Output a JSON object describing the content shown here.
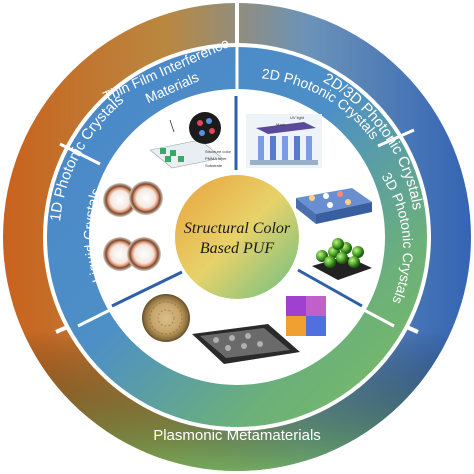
{
  "center": {
    "line1": "Structural Color",
    "line2": "Based PUF"
  },
  "outer_ring": {
    "left": "1D Photonic Crystals",
    "right": "2D/3D Photonic Crystals",
    "bottom": "Plasmonic Metamaterials"
  },
  "inner_ring": {
    "thin_film_line1": "Thin Film Interference",
    "thin_film_line2": "Materials",
    "photonic_2d": "2D Photonic Crystals",
    "photonic_3d": "3D Photonic Crystals",
    "liquid_crystals": "Liquid Crystals"
  },
  "thin_film_figure": {
    "structure_color": "Structure color",
    "pmma_layer": "PMMA layer",
    "substrate": "Substrate"
  },
  "photonic_2d_figure": {
    "uv_light": "UV light",
    "mask": "Mask"
  },
  "colors": {
    "orange": "#d4661c",
    "blue": "#3a6fc0",
    "green": "#6cae5a",
    "dark_blue": "#2e5fa8"
  }
}
